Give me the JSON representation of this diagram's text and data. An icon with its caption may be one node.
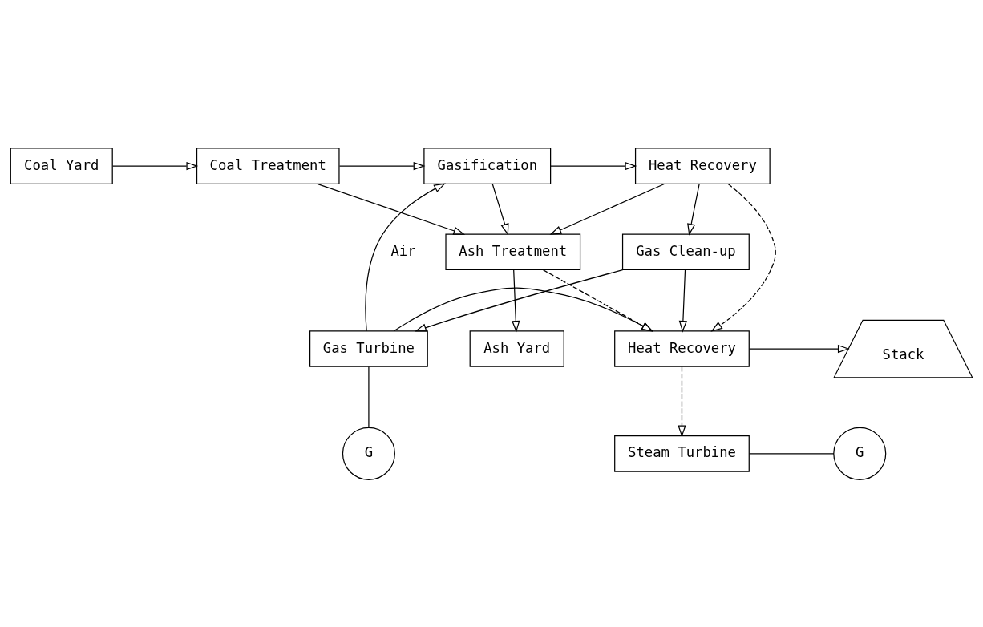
{
  "diagram": {
    "nodes": [
      {
        "text": [
          "Coal Yard"
        ]
      },
      {
        "text": [
          "Coal Treatment"
        ]
      },
      {
        "text": [
          "Gasification"
        ]
      },
      {
        "text": [
          "Heat Recovery"
        ]
      },
      {
        "text": [
          "Gas Clean-up"
        ]
      },
      {
        "text": [
          "Ash Treatment"
        ]
      },
      {
        "text": [
          "Ash Yard"
        ]
      },
      {
        "text": [
          "Gas Turbine"
        ]
      },
      {
        "text": [
          "Heat Recovery"
        ]
      },
      {
        "text": [
          "Stack"
        ]
      },
      {
        "text": [
          "G"
        ]
      },
      {
        "text": [
          "Steam Turbine"
        ]
      },
      {
        "text": [
          "G"
        ]
      }
    ],
    "edges": [
      {
        "from": 0,
        "to": 1,
        "arrow": "to"
      },
      {
        "from": 1,
        "to": 2,
        "arrow": "to"
      },
      {
        "from": 2,
        "to": 3,
        "arrow": "to"
      },
      {
        "from": 3,
        "to": 4,
        "arrow": "to"
      },
      {
        "from": 1,
        "to": 5,
        "arrow": "to"
      },
      {
        "from": 2,
        "to": 5,
        "arrow": "to"
      },
      {
        "from": 3,
        "to": 5,
        "arrow": "to"
      },
      {
        "from": 7,
        "to": 2,
        "arrow": "to",
        "label": "Air"
      },
      {
        "from": 3,
        "to": 8,
        "arrow": "to",
        "style": "dashed"
      },
      {
        "from": 4,
        "to": 7,
        "arrow": "to"
      },
      {
        "from": 4,
        "to": 8,
        "arrow": "to"
      },
      {
        "from": 5,
        "to": 8,
        "arrow": "to",
        "style": "dashed"
      },
      {
        "from": 5,
        "to": 6,
        "arrow": "to"
      },
      {
        "from": 7,
        "to": 8,
        "arrow": "to"
      },
      {
        "from": 8,
        "to": 9,
        "arrow": "to"
      },
      {
        "from": 7,
        "to": 10,
        "arrow": "none"
      },
      {
        "from": 8,
        "to": 11,
        "arrow": "to",
        "style": "dashed"
      },
      {
        "from": 11,
        "to": 12,
        "arrow": "none"
      }
    ]
  }
}
